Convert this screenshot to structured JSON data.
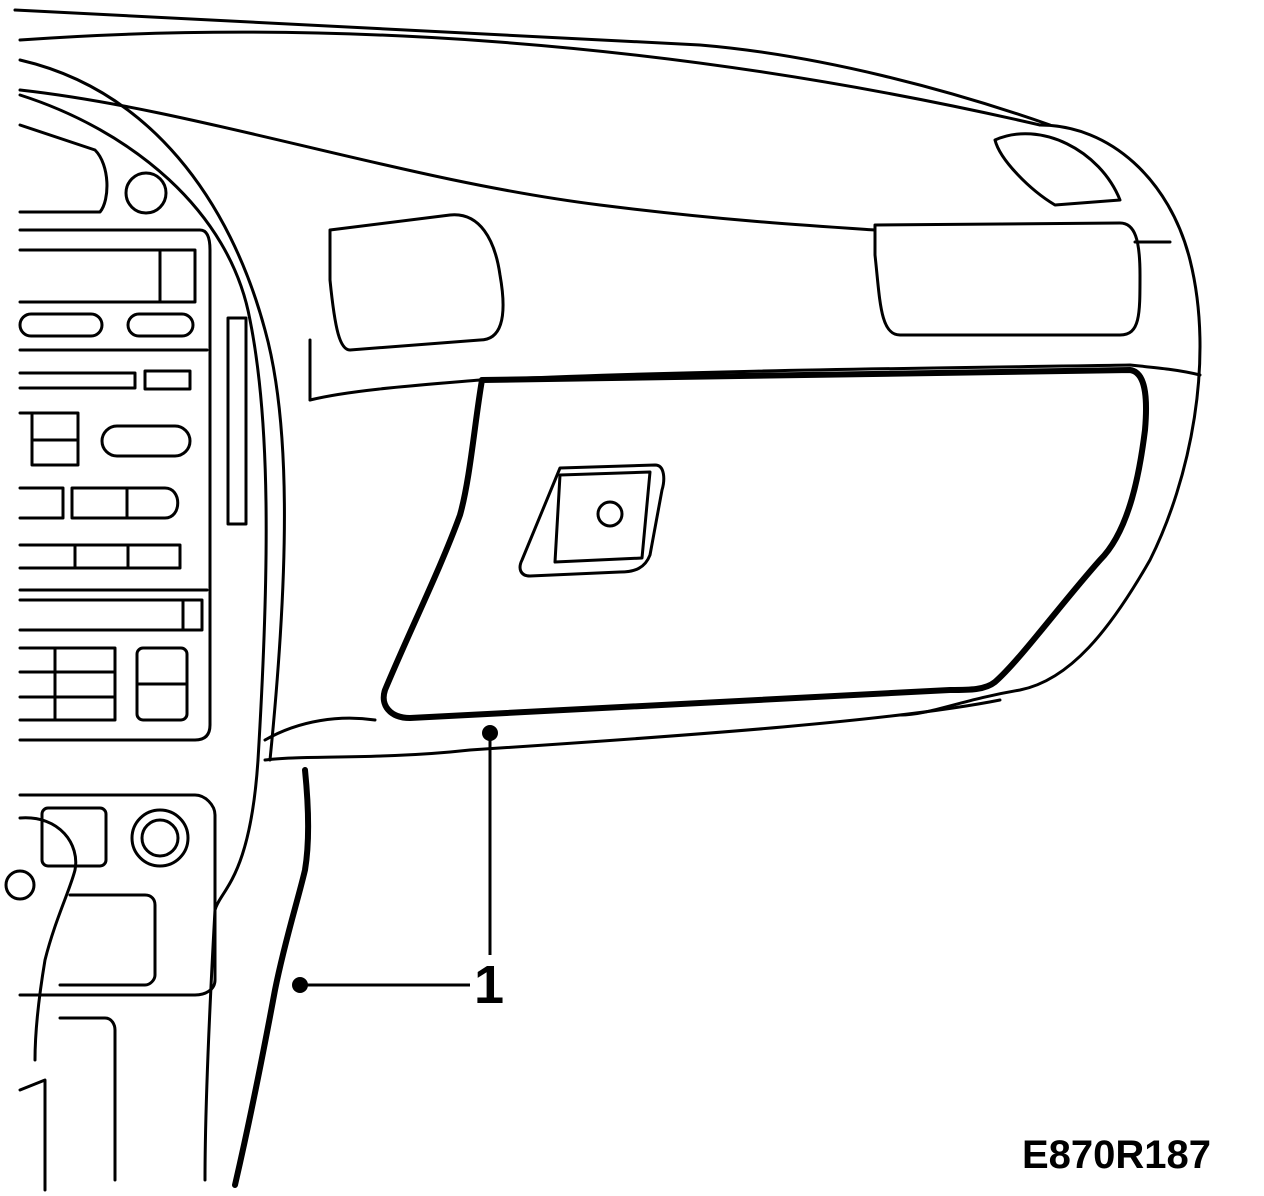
{
  "diagram": {
    "callouts": [
      {
        "id": "1",
        "label": "1"
      }
    ],
    "figure_code": "E870R187"
  }
}
